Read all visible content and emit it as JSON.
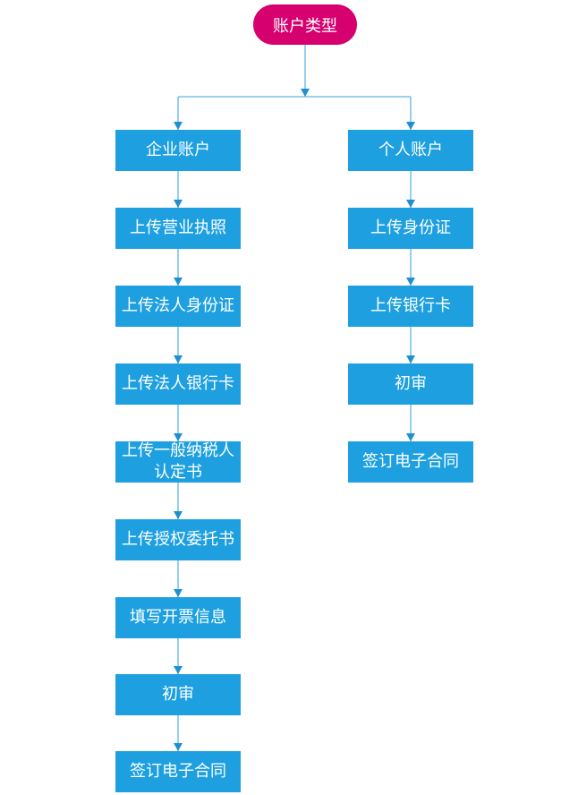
{
  "start": {
    "label": "账户类型",
    "color": "#d6006f"
  },
  "node_color": "#1ea0e0",
  "line_color": "#5bb8e6",
  "enterprise": [
    "企业账户",
    "上传营业执照",
    "上传法人身份证",
    "上传法人银行卡",
    "上传一般纳税人认定书",
    "上传授权委托书",
    "填写开票信息",
    "初审",
    "签订电子合同"
  ],
  "personal": [
    "个人账户",
    "上传身份证",
    "上传银行卡",
    "初审",
    "签订电子合同"
  ]
}
